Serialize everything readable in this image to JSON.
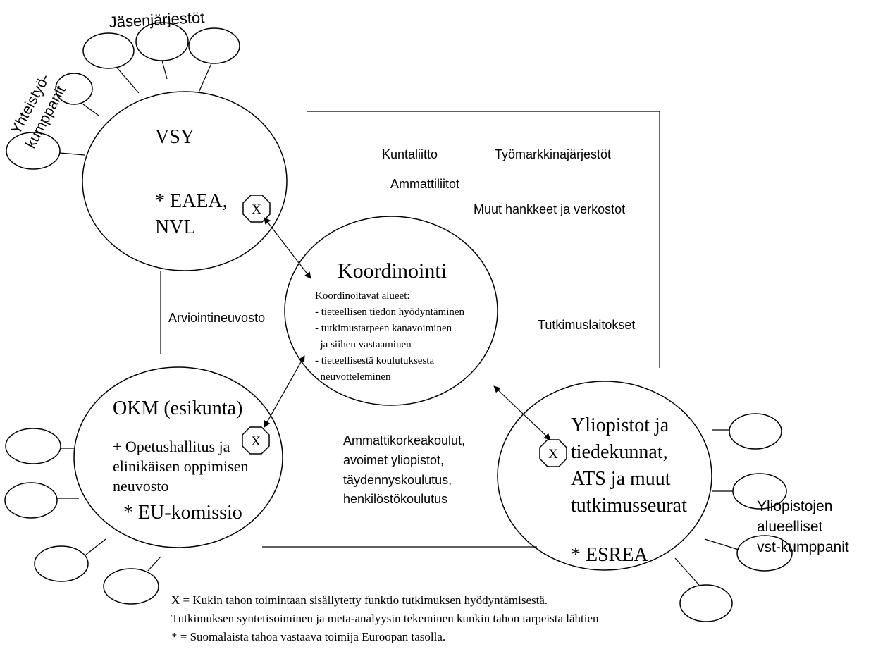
{
  "groups": {
    "jasenjarjestot": "Jäsenjärjestöt",
    "yhteistyo_line1": "Yhteistyö-",
    "yhteistyo_line2": "kumppanit",
    "yliopistojen": [
      "Yliopistojen",
      "alueelliset",
      "vst-kumppanit"
    ]
  },
  "vsy": {
    "title": "VSY",
    "line1": "* EAEA,",
    "line2": "NVL"
  },
  "okm": {
    "title": "OKM (esikunta)",
    "lines": [
      "+ Opetushallitus ja",
      "elinikäisen oppimisen",
      "neuvosto"
    ],
    "eu": "* EU-komissio"
  },
  "yliopistot": {
    "lines": [
      "Yliopistot ja",
      "tiedekunnat,",
      "ATS ja muut",
      "tutkimusseurat"
    ],
    "esrea": "* ESREA"
  },
  "koordinointi": {
    "title": "Koordinointi",
    "intro": "Koordinoitavat alueet:",
    "items": [
      "- tieteellisen tiedon hyödyntäminen",
      "- tutkimustarpeen kanavoiminen",
      "  ja siihen vastaaminen",
      "- tieteellisestä koulutuksesta",
      "  neuvotteleminen"
    ]
  },
  "actors": {
    "kuntaliitto": "Kuntaliitto",
    "tyomarkkina": "Työmarkkinajärjestöt",
    "ammattiliitot": "Ammattiliitot",
    "muut": "Muut hankkeet ja verkostot",
    "arviointi": "Arviointineuvosto",
    "tutkimuslaitokset": "Tutkimuslaitokset",
    "amk": [
      "Ammattikorkeakoulut,",
      "avoimet yliopistot,",
      "täydennyskoulutus,",
      "henkilöstökoulutus"
    ]
  },
  "markers": {
    "x": "X"
  },
  "legend": [
    "X = Kukin tahon toimintaan sisällytetty funktio tutkimuksen hyödyntämisestä.",
    "Tutkimuksen syntetisoiminen ja meta-analyysin tekeminen kunkin tahon tarpeista lähtien",
    "* = Suomalaista tahoa vastaava toimija Euroopan tasolla."
  ]
}
